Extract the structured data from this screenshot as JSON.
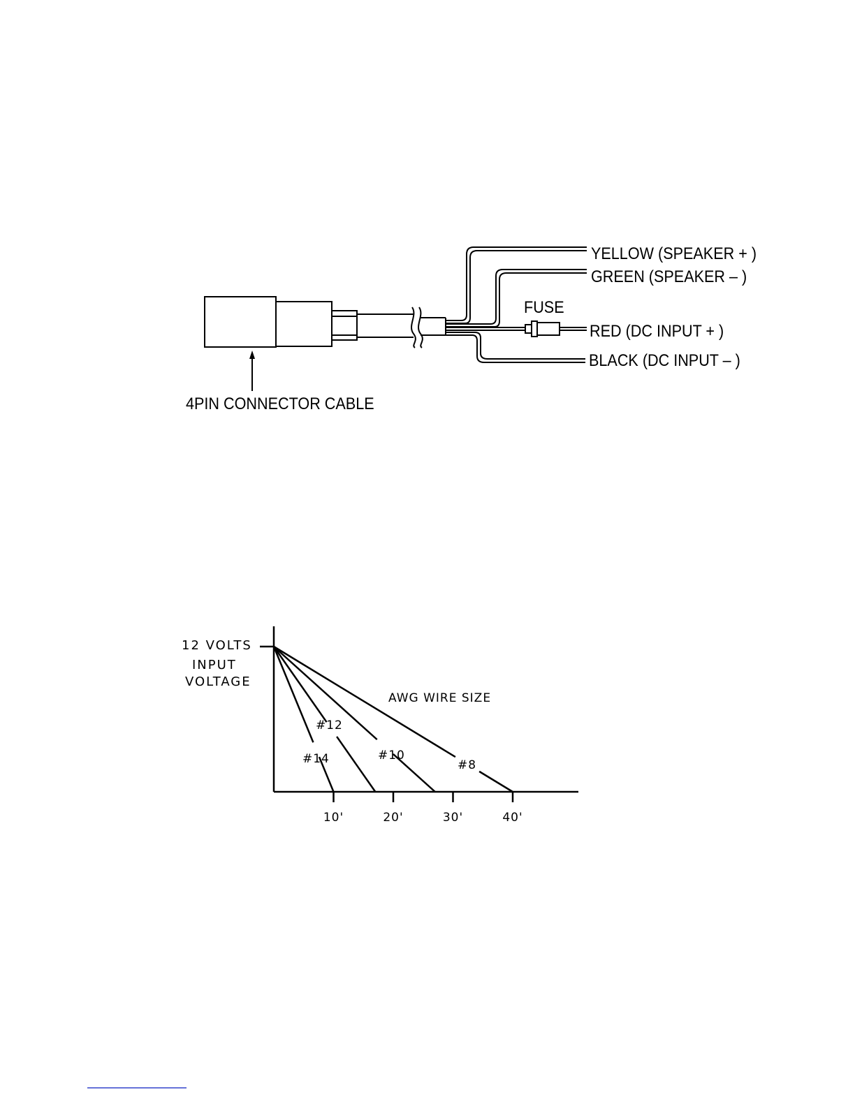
{
  "wiring_diagram": {
    "wires": [
      {
        "label": "YELLOW (SPEAKER + )"
      },
      {
        "label": "GREEN (SPEAKER – )"
      },
      {
        "label": "RED (DC INPUT + )"
      },
      {
        "label": "BLACK (DC INPUT – )"
      }
    ],
    "fuse_label": "FUSE",
    "connector_label": "4PIN CONNECTOR CABLE"
  },
  "voltage_chart": {
    "y_label_lines": [
      "12 VOLTS",
      "INPUT",
      "VOLTAGE"
    ],
    "legend_title": "AWG WIRE SIZE",
    "x_ticks": [
      "10'",
      "20'",
      "30'",
      "40'"
    ],
    "lines": [
      {
        "label": "#14",
        "x_end": 10
      },
      {
        "label": "#12",
        "x_end": 17
      },
      {
        "label": "#10",
        "x_end": 27
      },
      {
        "label": "#8",
        "x_end": 40
      }
    ],
    "footnote_rule_color": "#3344cc"
  }
}
